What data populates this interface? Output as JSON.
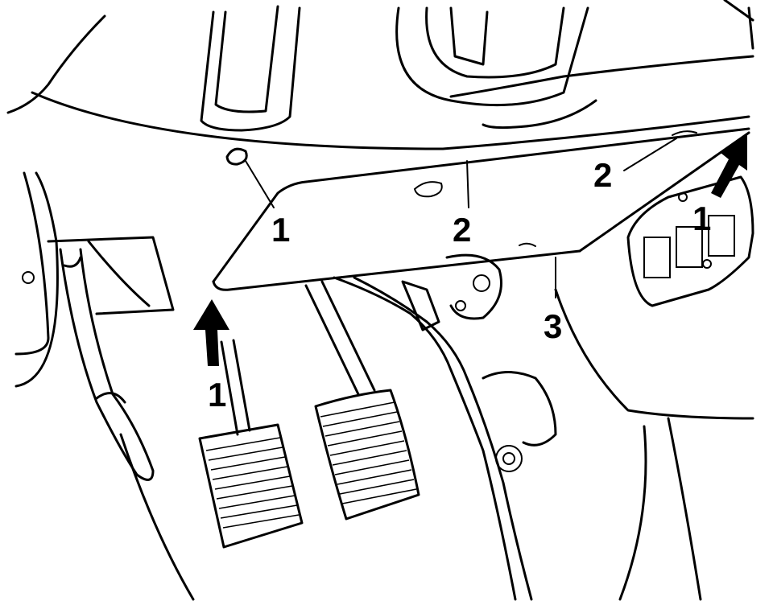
{
  "labels": {
    "panel_screw_left": "1",
    "clip_center": "2",
    "clip_right": "2",
    "arrow_bottom": "1",
    "arrow_right": "1",
    "cover_lower": "3"
  }
}
